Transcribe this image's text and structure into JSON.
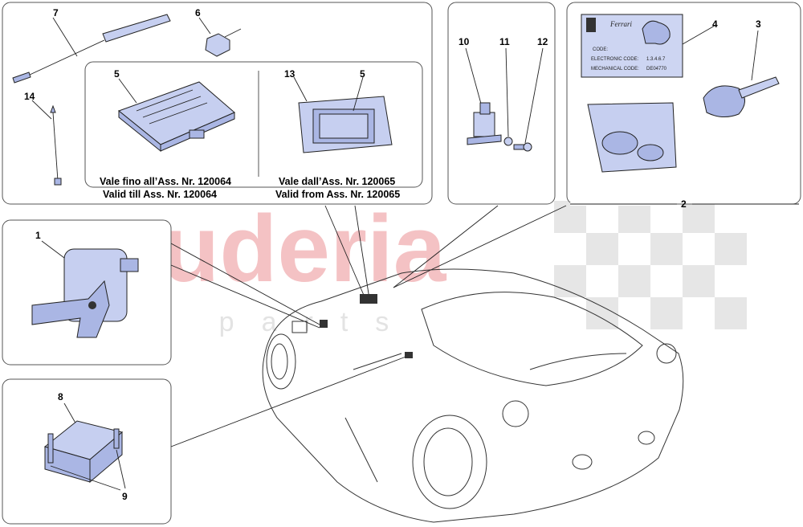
{
  "watermark": {
    "brand": "scuderia",
    "sub": "car parts"
  },
  "callouts": {
    "n1": "1",
    "n2": "2",
    "n3": "3",
    "n4": "4",
    "n5a": "5",
    "n5b": "5",
    "n6": "6",
    "n7": "7",
    "n8": "8",
    "n9": "9",
    "n10": "10",
    "n11": "11",
    "n12": "12",
    "n13": "13",
    "n14": "14"
  },
  "notes": {
    "left_it": "Vale fino all’Ass. Nr. 120064",
    "left_en": "Valid till Ass. Nr. 120064",
    "right_it": "Vale dall’Ass. Nr. 120065",
    "right_en": "Valid from Ass. Nr. 120065"
  },
  "key_card": {
    "brand": "Ferrari",
    "code_label": "CODE:",
    "electronic_label": "ELECTRONIC CODE:",
    "electronic_value": "1.3.4.6.7",
    "mechanical_label": "MECHANICAL CODE:",
    "mechanical_value": "DE04770"
  },
  "colors": {
    "part_fill": "#c6cff0",
    "watermark_red": "#f4c2c4",
    "watermark_grey": "#e3e3e3"
  }
}
